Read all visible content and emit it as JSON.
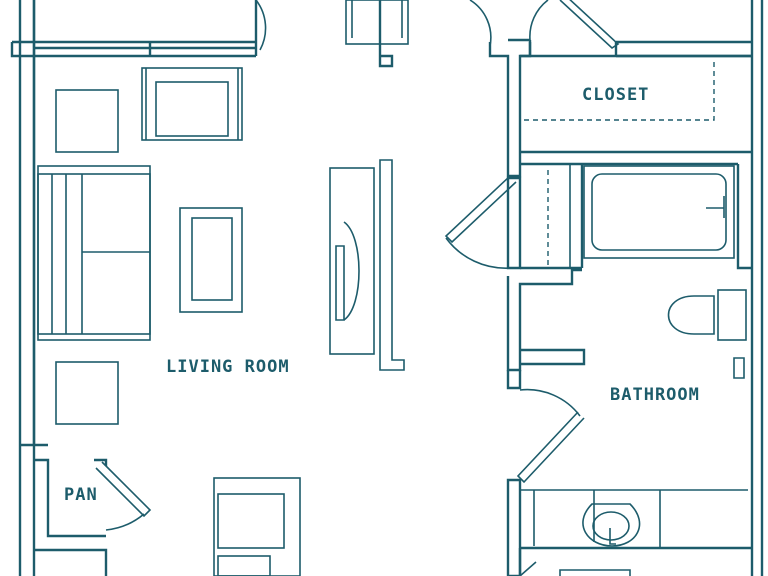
{
  "floorplan": {
    "rooms": {
      "closet": "CLOSET",
      "living_room": "LIVING ROOM",
      "bathroom": "BATHROOM",
      "pantry": "PAN"
    },
    "colors": {
      "line": "#1d5c6b",
      "background": "#ffffff"
    }
  }
}
